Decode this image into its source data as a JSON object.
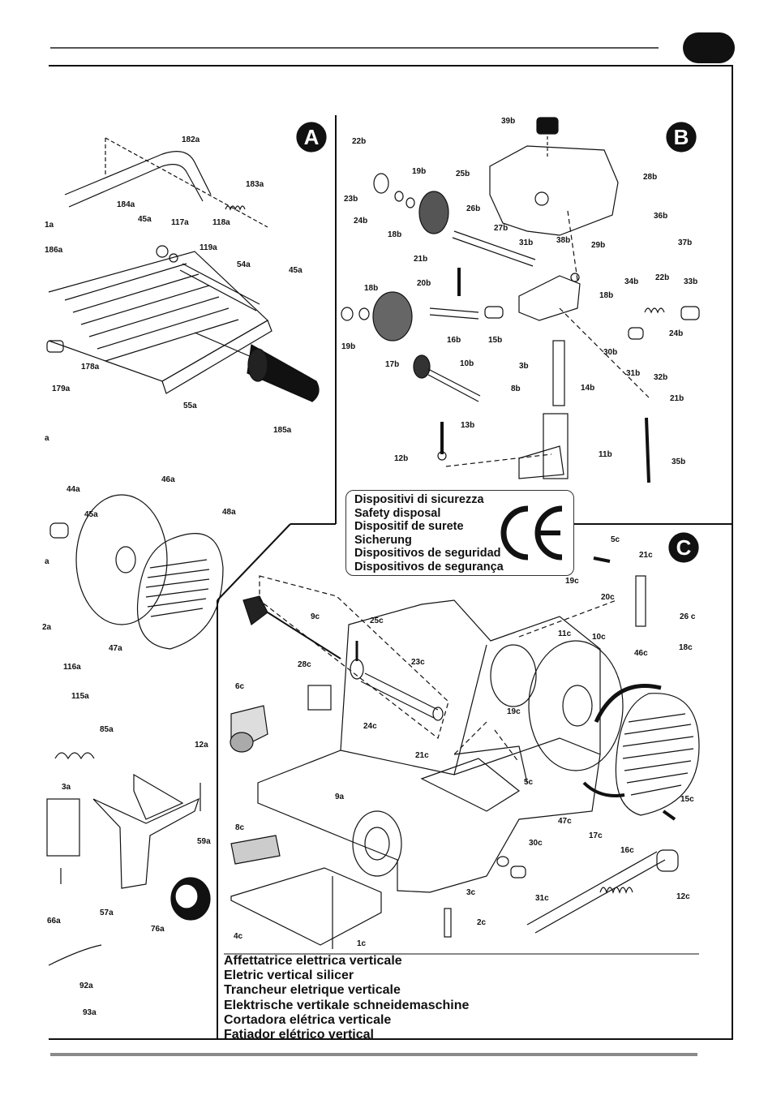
{
  "sections": [
    {
      "letter": "A"
    },
    {
      "letter": "B"
    },
    {
      "letter": "C"
    }
  ],
  "safety_box": {
    "lines": [
      "Dispositivi di sicurezza",
      "Safety disposal",
      "Dispositif de surete",
      "Sicherung",
      "Dispositivos de seguridad",
      "Dispositivos de segurança"
    ],
    "mark": "CE"
  },
  "titles": [
    "Affettatrice elettrica verticale",
    "Eletric vertical silicer",
    "Trancheur eletrique verticale",
    "Elektrische vertikale schneidemaschine",
    "Cortadora elétrica verticale",
    "Fatiador elétrico vertical"
  ],
  "labels_a": [
    "182a",
    "183a",
    "184a",
    "45a",
    "117a",
    "118a",
    "119a",
    "186a",
    "54a",
    "45a",
    "178a",
    "179a",
    "55a",
    "185a",
    "1a",
    "a",
    "44a",
    "45a",
    "46a",
    "48a",
    "47a",
    "a",
    "2a",
    "116a",
    "115a",
    "85a",
    "3a",
    "12a",
    "59a",
    "57a",
    "76a",
    "66a",
    "92a",
    "93a"
  ],
  "labels_b": [
    "39b",
    "22b",
    "19b",
    "25b",
    "28b",
    "23b",
    "24b",
    "18b",
    "26b",
    "27b",
    "36b",
    "37b",
    "38b",
    "31b",
    "29b",
    "21b",
    "20b",
    "34b",
    "22b",
    "33b",
    "18b",
    "18b",
    "24b",
    "19b",
    "16b",
    "15b",
    "17b",
    "30b",
    "3b",
    "31b",
    "32b",
    "10b",
    "8b",
    "14b",
    "21b",
    "13b",
    "12b",
    "11b",
    "35b"
  ],
  "labels_c": [
    "5c",
    "21c",
    "19c",
    "20c",
    "26 c",
    "9c",
    "25c",
    "11c",
    "10c",
    "18c",
    "28c",
    "23c",
    "46c",
    "6c",
    "24c",
    "19c",
    "21c",
    "5c",
    "15c",
    "9a",
    "47c",
    "17c",
    "16c",
    "8c",
    "30c",
    "3c",
    "31c",
    "12c",
    "2c",
    "4c",
    "1c"
  ]
}
